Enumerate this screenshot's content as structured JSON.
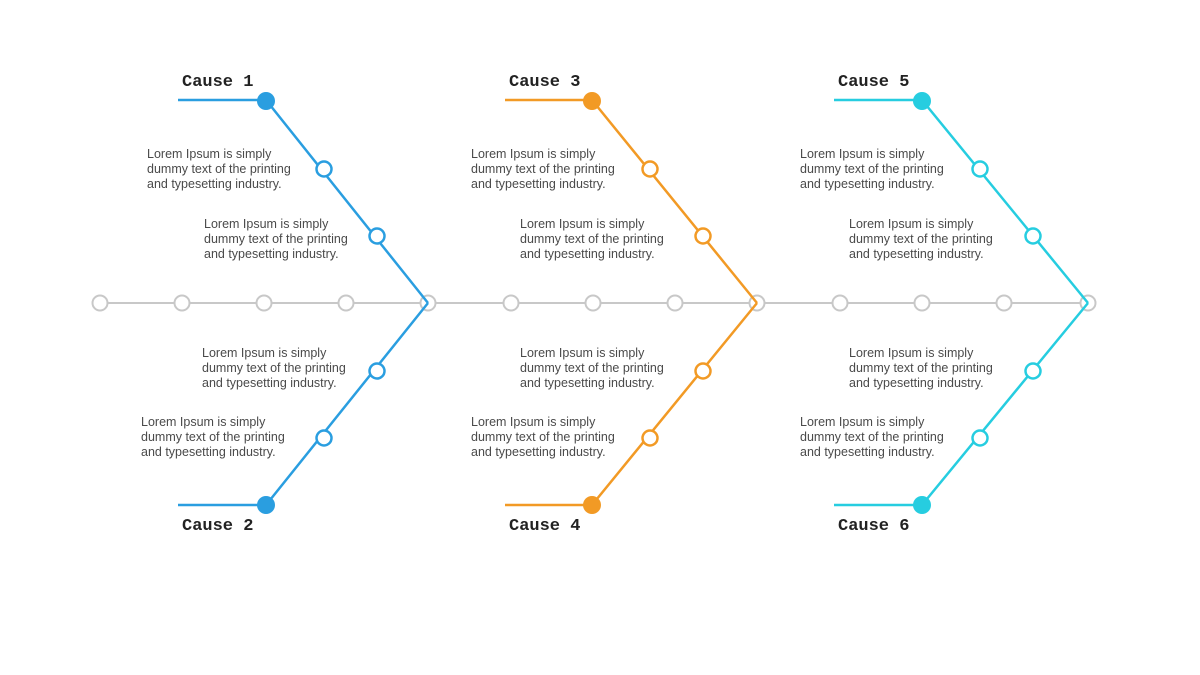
{
  "colors": {
    "spine": "#c8c8c8",
    "blue": "#2a9ee0",
    "orange": "#f29a25",
    "cyan": "#26cde0",
    "text": "#4a4a4a",
    "title": "#222222"
  },
  "causes": [
    {
      "label": "Cause 1",
      "color": "#2a9ee0"
    },
    {
      "label": "Cause 2",
      "color": "#2a9ee0"
    },
    {
      "label": "Cause 3",
      "color": "#f29a25"
    },
    {
      "label": "Cause 4",
      "color": "#f29a25"
    },
    {
      "label": "Cause 5",
      "color": "#26cde0"
    },
    {
      "label": "Cause 6",
      "color": "#26cde0"
    }
  ],
  "descriptions": [
    {
      "l1": "Lorem Ipsum is simply",
      "l2": "dummy text of the printing",
      "l3": "and typesetting industry."
    },
    {
      "l1": "Lorem Ipsum is simply",
      "l2": "dummy text of the printing",
      "l3": "and typesetting industry."
    },
    {
      "l1": "Lorem Ipsum is simply",
      "l2": "dummy text of the printing",
      "l3": "and typesetting industry."
    },
    {
      "l1": "Lorem Ipsum is simply",
      "l2": "dummy text of the printing",
      "l3": "and typesetting industry."
    },
    {
      "l1": "Lorem Ipsum is simply",
      "l2": "dummy text of the printing",
      "l3": "and typesetting industry."
    },
    {
      "l1": "Lorem Ipsum is simply",
      "l2": "dummy text of the printing",
      "l3": "and typesetting industry."
    },
    {
      "l1": "Lorem Ipsum is simply",
      "l2": "dummy text of the printing",
      "l3": "and typesetting industry."
    },
    {
      "l1": "Lorem Ipsum is simply",
      "l2": "dummy text of the printing",
      "l3": "and typesetting industry."
    },
    {
      "l1": "Lorem Ipsum is simply",
      "l2": "dummy text of the printing",
      "l3": "and typesetting industry."
    },
    {
      "l1": "Lorem Ipsum is simply",
      "l2": "dummy text of the printing",
      "l3": "and typesetting industry."
    },
    {
      "l1": "Lorem Ipsum is simply",
      "l2": "dummy text of the printing",
      "l3": "and typesetting industry."
    },
    {
      "l1": "Lorem Ipsum is simply",
      "l2": "dummy text of the printing",
      "l3": "and typesetting industry."
    }
  ]
}
